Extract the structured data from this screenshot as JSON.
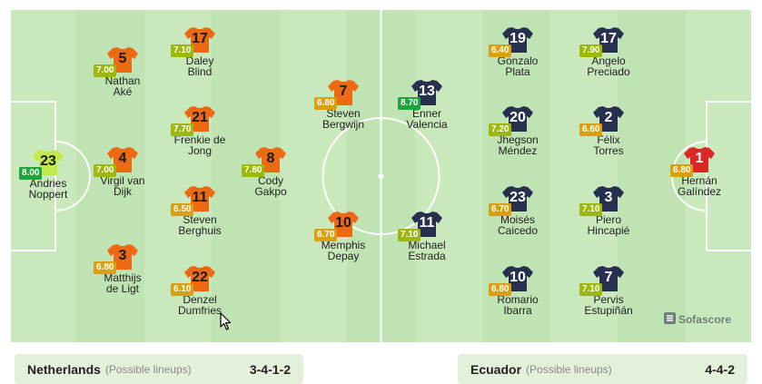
{
  "colors": {
    "home_kit": "#ee6a12",
    "away_kit": "#27304f",
    "gk_home": "#c2e84b",
    "gk_away": "#dd2626",
    "rating_green": "#1fa33b",
    "rating_lime": "#9cb80c",
    "rating_amber": "#d9a10f",
    "brand": "#6f8079"
  },
  "brand": {
    "label": "Sofascore",
    "icon": "sofascore-logo-icon"
  },
  "home": {
    "team": "Netherlands",
    "note": "(Possible lineups)",
    "formation": "3-4-1-2"
  },
  "away": {
    "team": "Ecuador",
    "note": "(Possible lineups)",
    "formation": "4-4-2"
  },
  "players": [
    {
      "num": "23",
      "rating": "8.00",
      "name": "Andries\nNoppert",
      "side": "home",
      "gk": true,
      "rc": "green"
    },
    {
      "num": "5",
      "rating": "7.00",
      "name": "Nathan\nAké",
      "side": "home",
      "gk": false,
      "rc": "lime"
    },
    {
      "num": "4",
      "rating": "7.00",
      "name": "Virgil van\nDijk",
      "side": "home",
      "gk": false,
      "rc": "lime"
    },
    {
      "num": "3",
      "rating": "6.80",
      "name": "Matthijs\nde Ligt",
      "side": "home",
      "gk": false,
      "rc": "amber"
    },
    {
      "num": "17",
      "rating": "7.10",
      "name": "Daley\nBlind",
      "side": "home",
      "gk": false,
      "rc": "lime"
    },
    {
      "num": "21",
      "rating": "7.70",
      "name": "Frenkie de\nJong",
      "side": "home",
      "gk": false,
      "rc": "lime"
    },
    {
      "num": "11",
      "rating": "6.50",
      "name": "Steven\nBerghuis",
      "side": "home",
      "gk": false,
      "rc": "amber"
    },
    {
      "num": "22",
      "rating": "6.10",
      "name": "Denzel\nDumfries",
      "side": "home",
      "gk": false,
      "rc": "amber"
    },
    {
      "num": "8",
      "rating": "7.80",
      "name": "Cody\nGakpo",
      "side": "home",
      "gk": false,
      "rc": "lime"
    },
    {
      "num": "7",
      "rating": "6.80",
      "name": "Steven\nBergwijn",
      "side": "home",
      "gk": false,
      "rc": "amber"
    },
    {
      "num": "10",
      "rating": "6.70",
      "name": "Memphis\nDepay",
      "side": "home",
      "gk": false,
      "rc": "amber"
    },
    {
      "num": "13",
      "rating": "8.70",
      "name": "Enner\nValencia",
      "side": "away",
      "gk": false,
      "rc": "green"
    },
    {
      "num": "11",
      "rating": "7.10",
      "name": "Michael\nEstrada",
      "side": "away",
      "gk": false,
      "rc": "lime"
    },
    {
      "num": "19",
      "rating": "6.40",
      "name": "Gonzalo\nPlata",
      "side": "away",
      "gk": false,
      "rc": "amber"
    },
    {
      "num": "20",
      "rating": "7.20",
      "name": "Jhegson\nMéndez",
      "side": "away",
      "gk": false,
      "rc": "lime"
    },
    {
      "num": "23",
      "rating": "6.70",
      "name": "Moisés\nCaicedo",
      "side": "away",
      "gk": false,
      "rc": "amber"
    },
    {
      "num": "10",
      "rating": "6.80",
      "name": "Romario\nIbarra",
      "side": "away",
      "gk": false,
      "rc": "amber"
    },
    {
      "num": "17",
      "rating": "7.90",
      "name": "Angelo\nPreciado",
      "side": "away",
      "gk": false,
      "rc": "lime"
    },
    {
      "num": "2",
      "rating": "6.60",
      "name": "Félix\nTorres",
      "side": "away",
      "gk": false,
      "rc": "amber"
    },
    {
      "num": "3",
      "rating": "7.10",
      "name": "Piero\nHincapié",
      "side": "away",
      "gk": false,
      "rc": "lime"
    },
    {
      "num": "7",
      "rating": "7.10",
      "name": "Pervis\nEstupiñán",
      "side": "away",
      "gk": false,
      "rc": "lime"
    },
    {
      "num": "1",
      "rating": "6.80",
      "name": "Hernán\nGalíndez",
      "side": "away",
      "gk": true,
      "rc": "amber"
    }
  ]
}
